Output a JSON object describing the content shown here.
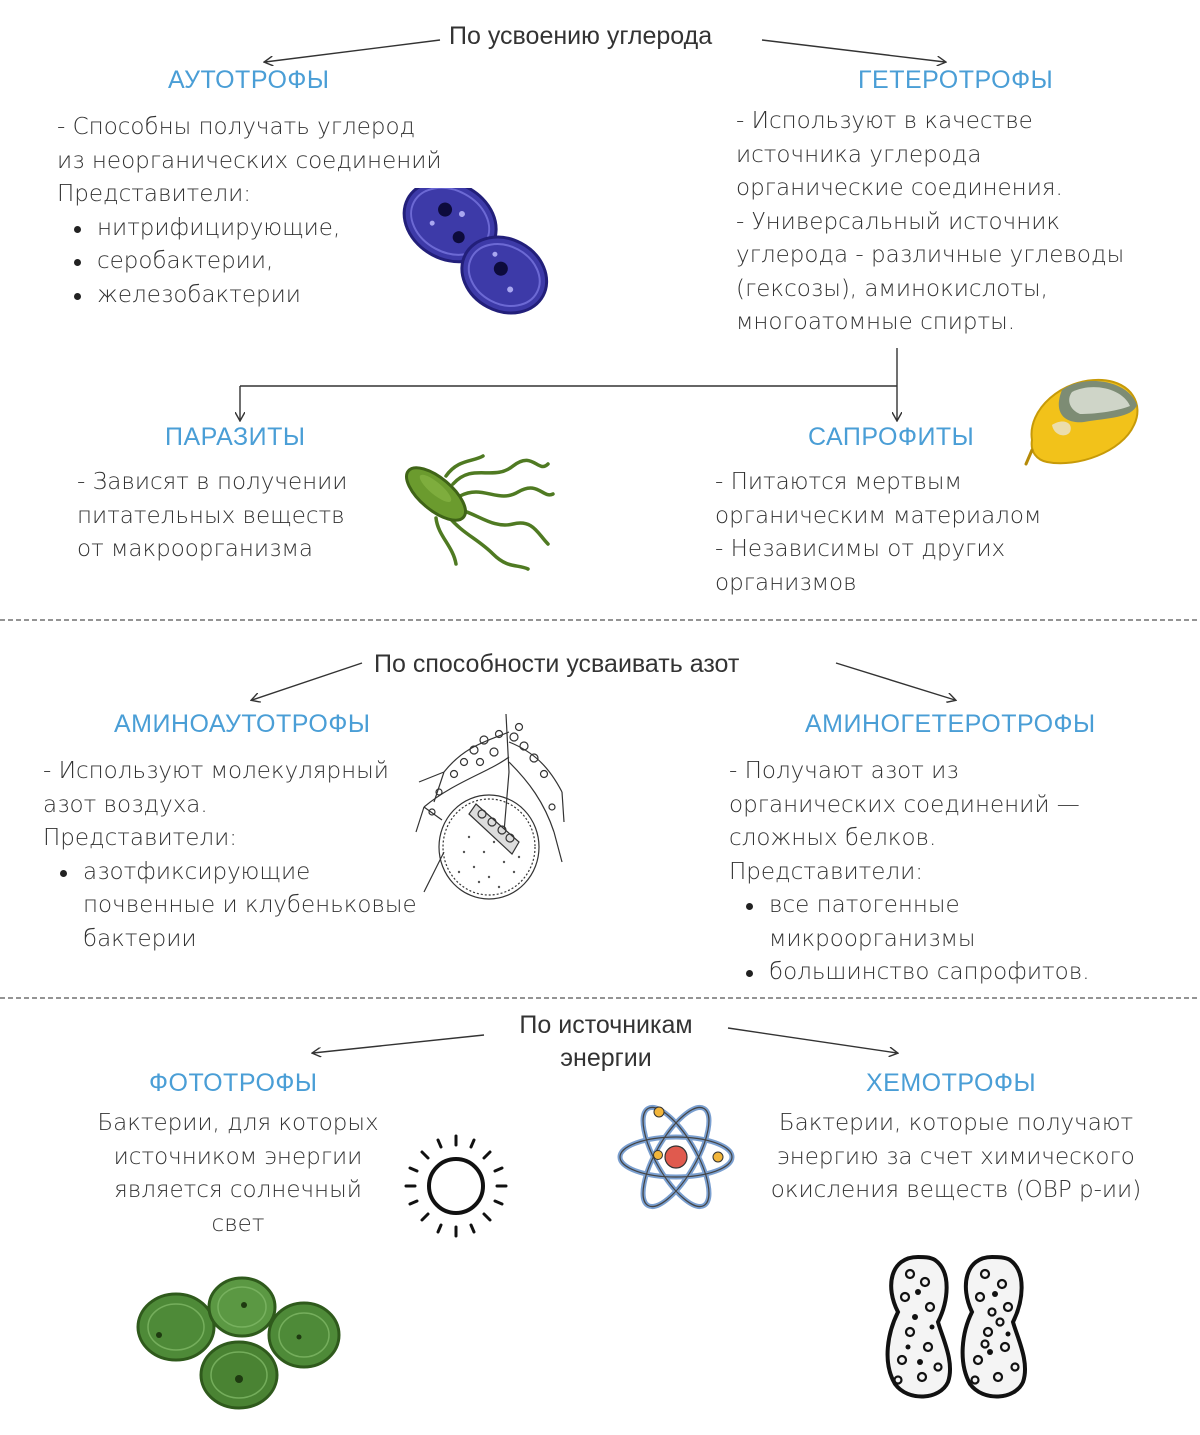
{
  "carbon": {
    "category": "По усвоению углерода",
    "autotrophs": {
      "title": "АУТОТРОФЫ",
      "desc": [
        "- Способны получать углерод",
        "из неорганических соединений"
      ],
      "reps_label": "Представители:",
      "reps": [
        "нитрифицирующие,",
        "серобактерии,",
        "железобактерии"
      ]
    },
    "heterotrophs": {
      "title": "ГЕТЕРОТРОФЫ",
      "desc": [
        "- Используют в качестве",
        "источника углерода",
        "органические соединения.",
        "- Универсальный источник",
        "углерода - различные углеводы",
        "(гексозы), аминокислоты,",
        "многоатомные спирты."
      ]
    },
    "parasites": {
      "title": "ПАРАЗИТЫ",
      "desc": [
        "- Зависят в получении",
        "питательных веществ",
        "от макроорганизма"
      ]
    },
    "saprophytes": {
      "title": "САПРОФИТЫ",
      "desc": [
        "- Питаются мертвым",
        "органическим материалом",
        "- Независимы от других",
        "организмов"
      ]
    }
  },
  "nitrogen": {
    "category": "По способности усваивать азот",
    "aminoautotrophs": {
      "title": "АМИНОАУТОТРОФЫ",
      "desc": [
        "- Используют молекулярный",
        "азот воздуха."
      ],
      "reps_label": "Представители:",
      "reps": [
        [
          "азотфиксирующие",
          "почвенные и клубеньковые",
          "бактерии"
        ]
      ]
    },
    "aminoheterotrophs": {
      "title": "АМИНОГЕТЕРОТРОФЫ",
      "desc": [
        "- Получают азот из",
        "органических соединений —",
        "сложных белков."
      ],
      "reps_label": "Представители:",
      "reps": [
        [
          "все патогенные",
          "микроорганизмы"
        ],
        [
          "большинство сапрофитов."
        ]
      ]
    }
  },
  "energy": {
    "category": [
      "По источникам",
      "энергии"
    ],
    "phototrophs": {
      "title": "ФОТОТРОФЫ",
      "desc": [
        "Бактерии, для которых",
        "источником энергии",
        "является солнечный",
        "свет"
      ]
    },
    "chemotrophs": {
      "title": "ХЕМОТРОФЫ",
      "desc": [
        "Бактерии, которые получают",
        "энергию за счет химического",
        "окисления веществ (ОВР р-ии)"
      ]
    }
  },
  "colors": {
    "heading": "#4a9ed6",
    "text": "#333333",
    "divider": "#555555"
  }
}
